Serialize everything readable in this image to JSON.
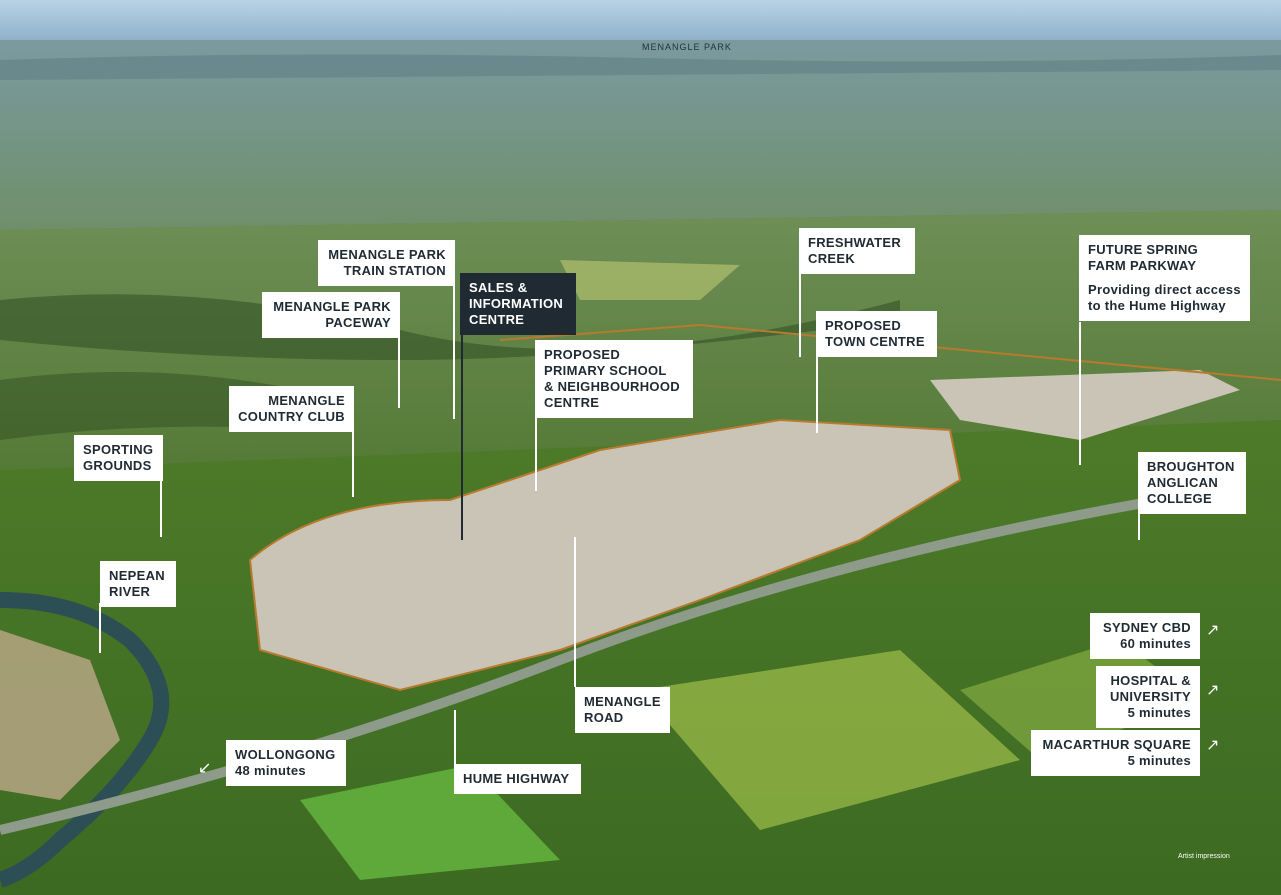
{
  "brand": "MENANGLE PARK",
  "credit": "Artist impression",
  "labels": {
    "train_station": [
      "MENANGLE PARK",
      "TRAIN STATION"
    ],
    "paceway": [
      "MENANGLE PARK",
      "PACEWAY"
    ],
    "sales_centre": [
      "SALES &",
      "INFORMATION",
      "CENTRE"
    ],
    "country_club": [
      "MENANGLE",
      "COUNTRY CLUB"
    ],
    "sporting_grounds": [
      "SPORTING",
      "GROUNDS"
    ],
    "nepean_river": [
      "NEPEAN",
      "RIVER"
    ],
    "wollongong": {
      "name": "WOLLONGONG",
      "time": "48 minutes"
    },
    "hume_highway": "HUME HIGHWAY",
    "menangle_road": [
      "MENANGLE",
      "ROAD"
    ],
    "primary_school": [
      "PROPOSED",
      "PRIMARY SCHOOL",
      "& NEIGHBOURHOOD",
      "CENTRE"
    ],
    "freshwater_creek": [
      "FRESHWATER",
      "CREEK"
    ],
    "town_centre": [
      "PROPOSED",
      "TOWN CENTRE"
    ],
    "parkway": {
      "title": [
        "FUTURE SPRING",
        "FARM PARKWAY"
      ],
      "note": [
        "Providing direct access",
        "to the Hume Highway"
      ]
    },
    "broughton": [
      "BROUGHTON",
      "ANGLICAN",
      "COLLEGE"
    ],
    "sydney_cbd": {
      "name": "SYDNEY CBD",
      "time": "60 minutes"
    },
    "hospital": {
      "name": [
        "HOSPITAL &",
        "UNIVERSITY"
      ],
      "time": "5 minutes"
    },
    "macarthur": {
      "name": "MACARTHUR SQUARE",
      "time": "5 minutes"
    }
  },
  "icons": {
    "arrow_right": "arrow-right-icon",
    "arrow_left": "arrow-left-icon"
  }
}
